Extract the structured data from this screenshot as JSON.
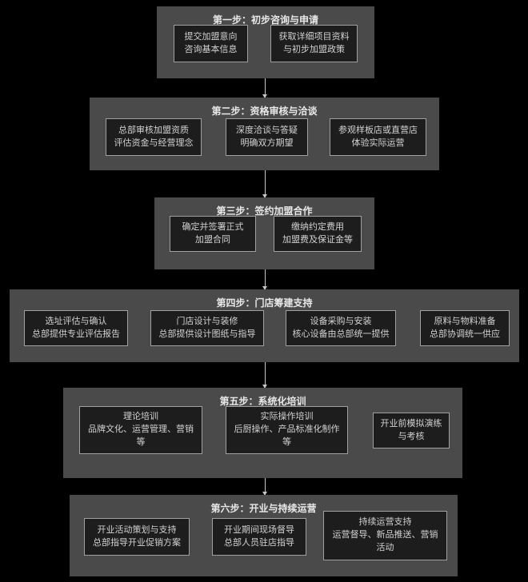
{
  "palette": {
    "background": "#000000",
    "step_container": "#4a4a4a",
    "task_box_fill": "#1d1d1d",
    "task_box_border": "#a0a0a0",
    "title_text": "#e8e8e8",
    "body_text": "#d2d2d2",
    "arrow": "#c4c4c4"
  },
  "flow": {
    "kind": "vertical-flowchart",
    "steps": [
      {
        "title": "第一步：初步咨询与申请",
        "boxes": [
          {
            "lines": [
              "提交加盟意向",
              "咨询基本信息"
            ]
          },
          {
            "lines": [
              "获取详细项目资料",
              "与初步加盟政策"
            ]
          }
        ]
      },
      {
        "title": "第二步：资格审核与洽谈",
        "boxes": [
          {
            "lines": [
              "总部审核加盟资质",
              "评估资金与经营理念"
            ]
          },
          {
            "lines": [
              "深度洽谈与答疑",
              "明确双方期望"
            ]
          },
          {
            "lines": [
              "参观样板店或直营店",
              "体验实际运营"
            ]
          }
        ]
      },
      {
        "title": "第三步：签约加盟合作",
        "boxes": [
          {
            "lines": [
              "确定并签署正式",
              "加盟合同"
            ]
          },
          {
            "lines": [
              "缴纳约定费用",
              "加盟费及保证金等"
            ]
          }
        ]
      },
      {
        "title": "第四步：门店筹建支持",
        "boxes": [
          {
            "lines": [
              "选址评估与确认",
              "总部提供专业评估报告"
            ]
          },
          {
            "lines": [
              "门店设计与装修",
              "总部提供设计图纸与指导"
            ]
          },
          {
            "lines": [
              "设备采购与安装",
              "核心设备由总部统一提供"
            ]
          },
          {
            "lines": [
              "原料与物料准备",
              "总部协调统一供应"
            ]
          }
        ]
      },
      {
        "title": "第五步：系统化培训",
        "boxes": [
          {
            "lines": [
              "理论培训",
              "品牌文化、运营管理、营销",
              "等"
            ]
          },
          {
            "lines": [
              "实际操作培训",
              "后厨操作、产品标准化制作",
              "等"
            ]
          },
          {
            "lines": [
              "开业前模拟演练",
              "与考核"
            ]
          }
        ]
      },
      {
        "title": "第六步：开业与持续运营",
        "boxes": [
          {
            "lines": [
              "开业活动策划与支持",
              "总部指导开业促销方案"
            ]
          },
          {
            "lines": [
              "开业期间现场督导",
              "总部人员驻店指导"
            ]
          },
          {
            "lines": [
              "持续运营支持",
              "运营督导、新品推送、营销",
              "活动"
            ]
          }
        ]
      }
    ]
  }
}
